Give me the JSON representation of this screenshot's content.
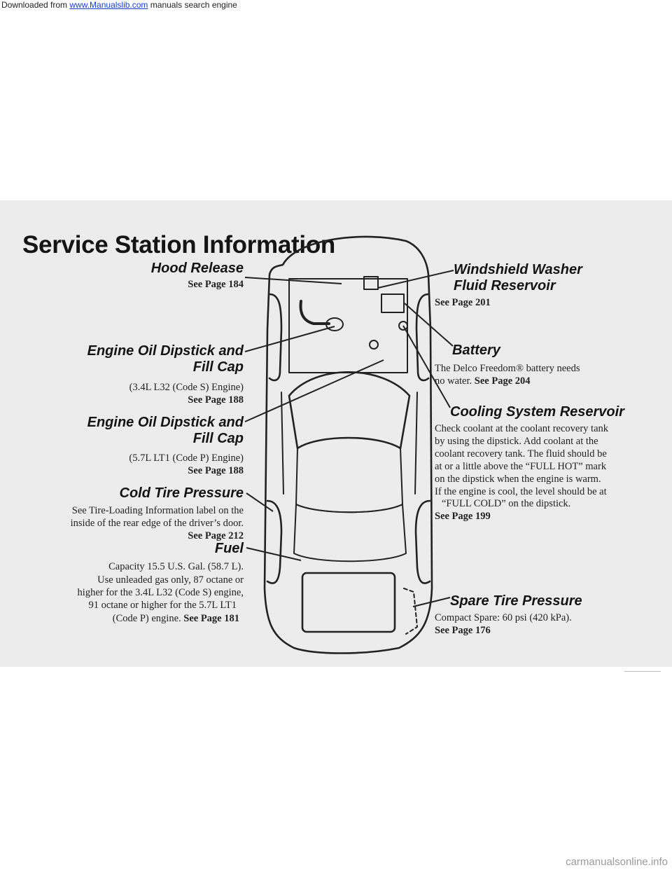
{
  "banner": {
    "prefix": "Downloaded from ",
    "link": "www.Manualslib.com",
    "suffix": " manuals search engine"
  },
  "title": "Service Station Information",
  "left": {
    "hood": {
      "heading": "Hood Release",
      "page": "See Page 184"
    },
    "dipstick1": {
      "heading_line1": "Engine Oil Dipstick and",
      "heading_line2": "Fill Cap",
      "line1": "(3.4L L32 (Code S) Engine)",
      "page": "See Page 188"
    },
    "dipstick2": {
      "heading_line1": "Engine Oil Dipstick and",
      "heading_line2": "Fill Cap",
      "line1": "(5.7L LT1 (Code P) Engine)",
      "page": "See Page 188"
    },
    "tire": {
      "heading": "Cold Tire Pressure",
      "line1": "See Tire-Loading Information label on the",
      "line2": "inside of the rear edge of the driver’s door.",
      "page": "See Page 212"
    },
    "fuel": {
      "heading": "Fuel",
      "line1": "Capacity 15.5 U.S. Gal. (58.7 L).",
      "line2": "Use unleaded gas only, 87 octane or",
      "line3": "higher for the 3.4L L32 (Code S) engine,",
      "line4": "91 octane or higher for the 5.7L LT1",
      "line5": "(Code P) engine.",
      "page": "See Page 181"
    }
  },
  "right": {
    "washer": {
      "heading_line1": "Windshield Washer",
      "heading_line2": "Fluid Reservoir",
      "page": "See Page 201"
    },
    "battery": {
      "heading": "Battery",
      "line1": "The Delco Freedom® battery needs",
      "line2": "no water.",
      "page": "See Page 204"
    },
    "cooling": {
      "heading": "Cooling System Reservoir",
      "line1": "Check coolant at the coolant recovery tank",
      "line2": "by using the dipstick. Add coolant at the",
      "line3": "coolant recovery tank. The fluid should be",
      "line4": "at or a little above the “FULL HOT” mark",
      "line5": "on the dipstick when the engine is warm.",
      "line6": "If the engine is cool, the level should be at",
      "line7": "“FULL COLD” on the dipstick.",
      "page": "See Page 199"
    },
    "spare": {
      "heading": "Spare Tire Pressure",
      "line1": "Compact Spare: 60 psi (420 kPa).",
      "page": "See Page 176"
    }
  },
  "watermark": "carmanualsonline.info"
}
